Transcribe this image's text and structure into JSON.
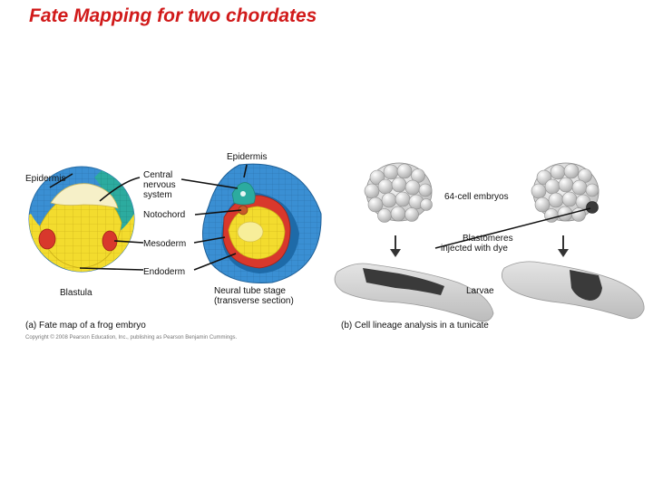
{
  "title": "Fate Mapping for two chordates",
  "frog": {
    "label_epidermis_left": "Epidermis",
    "label_epidermis_top": "Epidermis",
    "label_cns_1": "Central",
    "label_cns_2": "nervous",
    "label_cns_3": "system",
    "label_notochord": "Notochord",
    "label_mesoderm": "Mesoderm",
    "label_endoderm": "Endoderm",
    "label_blastula": "Blastula",
    "label_neural_1": "Neural tube stage",
    "label_neural_2": "(transverse section)",
    "caption": "(a) Fate map of a frog embryo"
  },
  "tunicate": {
    "label_embryos": "64-cell embryos",
    "label_blastomeres_1": "Blastomeres",
    "label_blastomeres_2": "injected with dye",
    "label_larvae": "Larvae",
    "caption": "(b) Cell lineage analysis in a tunicate"
  },
  "copyright": "Copyright © 2008 Pearson Education, Inc., publishing as Pearson Benjamin Cummings.",
  "colors": {
    "title": "#d11a1a",
    "epidermis_blue": "#2f86c9",
    "neural_teal": "#2aa39a",
    "mesoderm_red": "#d8382c",
    "endoderm_yellow": "#f2de2a",
    "dye_dark": "#3a3a3a"
  }
}
